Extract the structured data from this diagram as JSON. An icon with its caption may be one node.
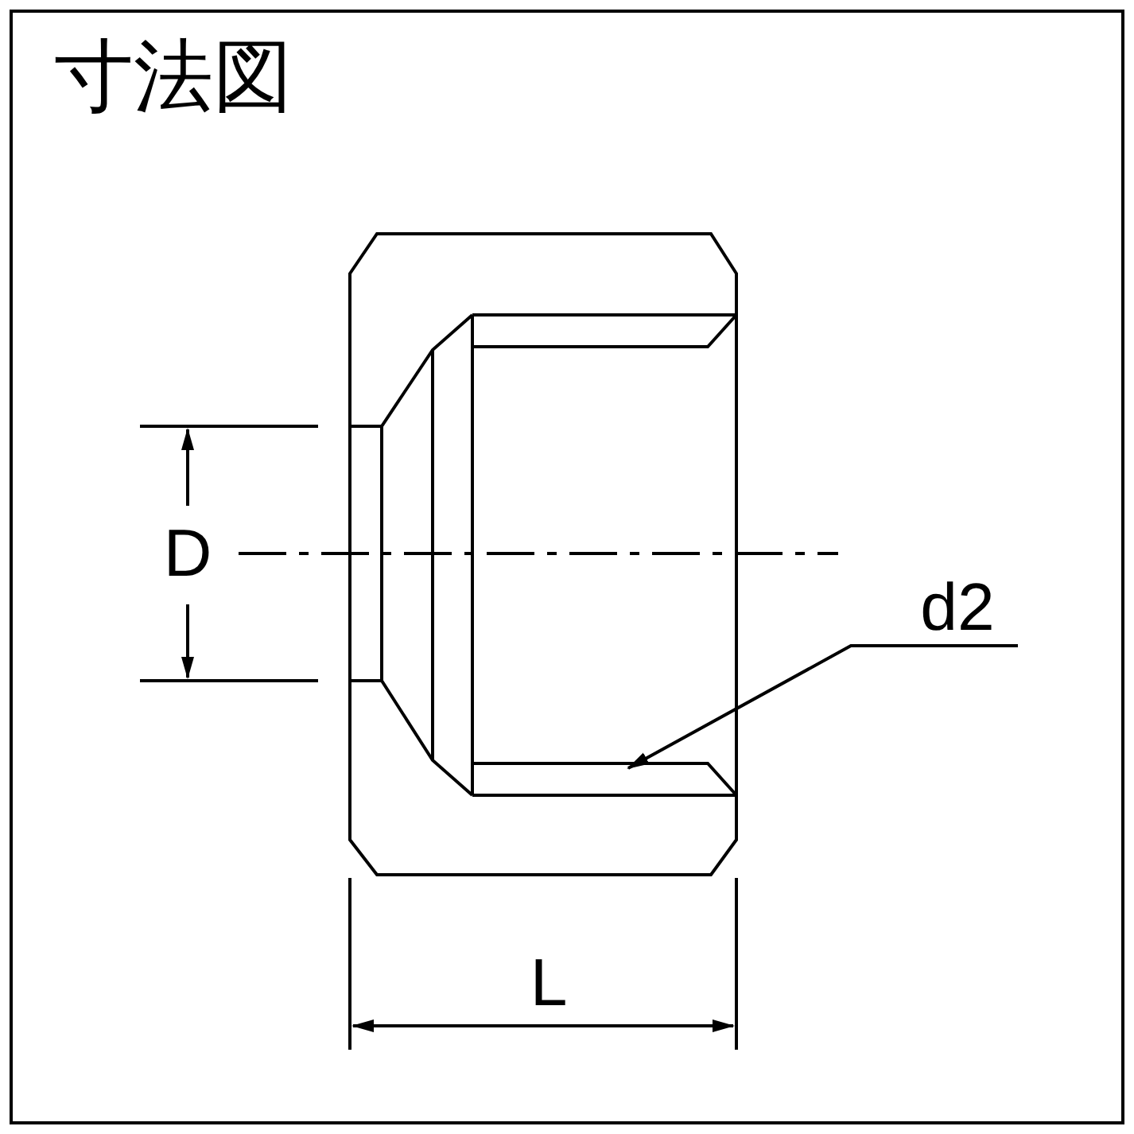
{
  "diagram": {
    "title": "寸法図",
    "nodes": [
      {
        "text": [
          "d2"
        ]
      },
      {
        "text": [],
        "shape": "picture"
      }
    ],
    "edges": [
      {
        "from": 0,
        "to": 1,
        "arrow": "to"
      }
    ],
    "labels": [
      "D",
      "L"
    ]
  }
}
